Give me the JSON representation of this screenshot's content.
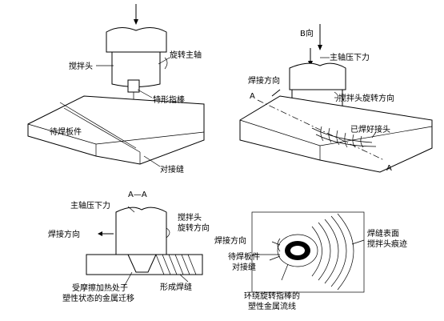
{
  "panel1": {
    "label_tool": "搅拌头",
    "label_spindle": "旋转主轴",
    "label_pin": "特形指棒",
    "label_workpiece": "待焊板件",
    "label_joint": "对接缝"
  },
  "panel2": {
    "label_view": "B向",
    "label_press": "主轴压下力",
    "label_weld_dir": "焊接方向",
    "label_A_left": "A",
    "label_tool_rot": "搅拌头旋转方向",
    "label_welded": "已焊好接头",
    "label_A_bottom": "A"
  },
  "panel3": {
    "label_section": "A—A",
    "label_press": "主轴压下力",
    "label_tool_rot_1": "搅拌头",
    "label_tool_rot_2": "旋转方向",
    "label_weld_dir": "焊接方向",
    "label_metal_1": "受摩擦加热处于",
    "label_metal_2": "塑性状态的金属迁移",
    "label_formed": "形成焊缝"
  },
  "panel4": {
    "label_weld_dir": "焊接方向",
    "label_surface_1": "焊缝表面",
    "label_surface_2": "搅拌头痕迹",
    "label_joint_1": "待焊板件",
    "label_joint_2": "对接缝",
    "label_flow_1": "环绕旋转指棒的",
    "label_flow_2": "塑性金属流线"
  }
}
